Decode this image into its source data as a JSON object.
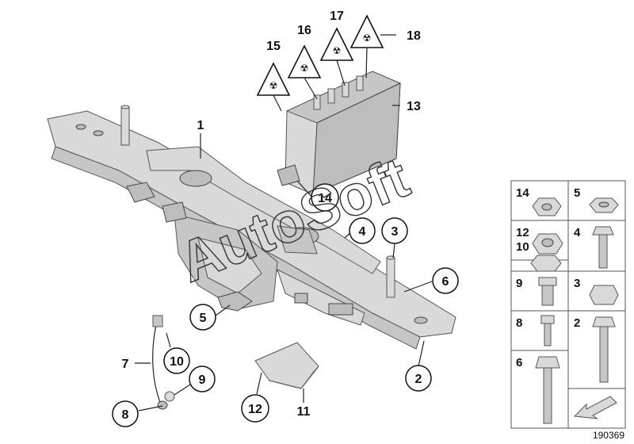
{
  "diagram": {
    "callouts": [
      {
        "id": "c1",
        "text": "1"
      },
      {
        "id": "c2",
        "text": "2"
      },
      {
        "id": "c3",
        "text": "3"
      },
      {
        "id": "c4",
        "text": "4"
      },
      {
        "id": "c5",
        "text": "5"
      },
      {
        "id": "c6",
        "text": "6"
      },
      {
        "id": "c7",
        "text": "7"
      },
      {
        "id": "c8",
        "text": "8"
      },
      {
        "id": "c9",
        "text": "9"
      },
      {
        "id": "c10",
        "text": "10"
      },
      {
        "id": "c11",
        "text": "11"
      },
      {
        "id": "c12",
        "text": "12"
      },
      {
        "id": "c13",
        "text": "13"
      },
      {
        "id": "c14",
        "text": "14"
      },
      {
        "id": "c15",
        "text": "15"
      },
      {
        "id": "c16",
        "text": "16"
      },
      {
        "id": "c17",
        "text": "17"
      },
      {
        "id": "c18",
        "text": "18"
      }
    ],
    "legend": [
      {
        "text": "14"
      },
      {
        "text": "5"
      },
      {
        "text": "12"
      },
      {
        "text": "4"
      },
      {
        "text": "10"
      },
      {
        "text": "9"
      },
      {
        "text": "3"
      },
      {
        "text": "8"
      },
      {
        "text": "2"
      },
      {
        "text": "6"
      }
    ],
    "watermark": "AutoSoft",
    "reference_number": "190369"
  },
  "colors": {
    "part_fill": "#d9d9d9",
    "line": "#222222",
    "background": "#ffffff"
  }
}
